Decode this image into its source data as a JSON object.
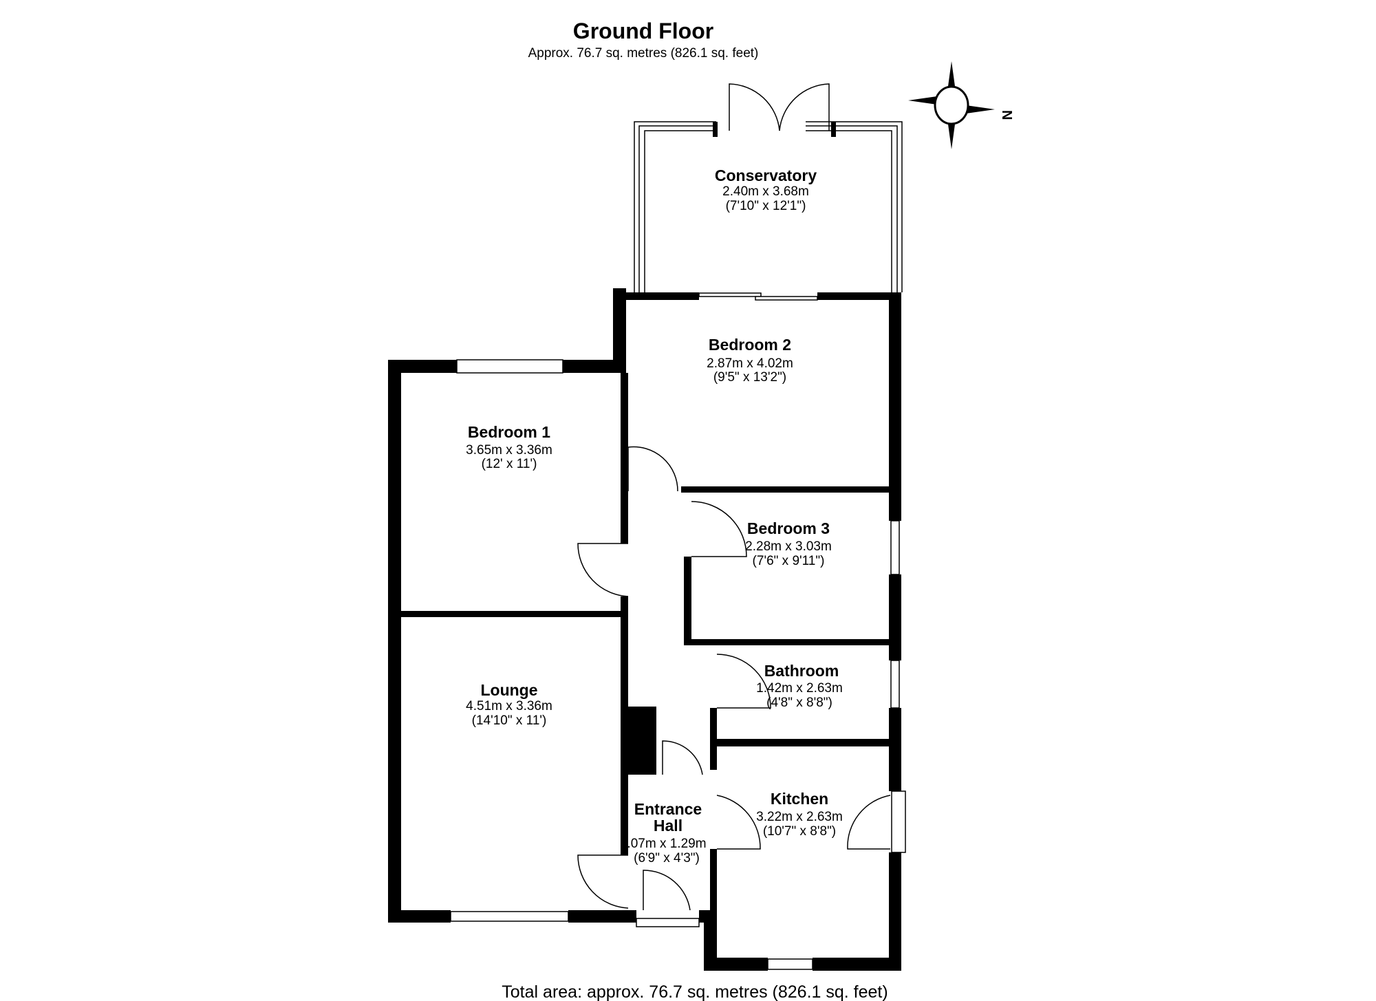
{
  "header": {
    "title": "Ground Floor",
    "subtitle": "Approx. 76.7 sq. metres (826.1 sq. feet)"
  },
  "compass": {
    "label": "N",
    "icon": "compass-rose-icon"
  },
  "rooms": [
    {
      "name": "Conservatory",
      "metric": "2.40m x 3.68m",
      "imperial": "(7'10\" x 12'1\")"
    },
    {
      "name": "Bedroom 2",
      "metric": "2.87m x 4.02m",
      "imperial": "(9'5\" x 13'2\")"
    },
    {
      "name": "Bedroom 1",
      "metric": "3.65m x 3.36m",
      "imperial": "(12' x 11')"
    },
    {
      "name": "Bedroom 3",
      "metric": "2.28m x 3.03m",
      "imperial": "(7'6\" x 9'11\")"
    },
    {
      "name": "Bathroom",
      "metric": "1.42m x 2.63m",
      "imperial": "(4'8\" x 8'8\")"
    },
    {
      "name": "Lounge",
      "metric": "4.51m x 3.36m",
      "imperial": "(14'10\" x 11')"
    },
    {
      "name": "Kitchen",
      "metric": "3.22m x 2.63m",
      "imperial": "(10'7\" x 8'8\")"
    },
    {
      "name_line1": "Entrance",
      "name_line2": "Hall",
      "metric": ".07m x 1.29m",
      "imperial": "(6'9\" x 4'3\")"
    }
  ],
  "footer": {
    "total": "Total area: approx. 76.7 sq. metres (826.1 sq. feet)"
  }
}
